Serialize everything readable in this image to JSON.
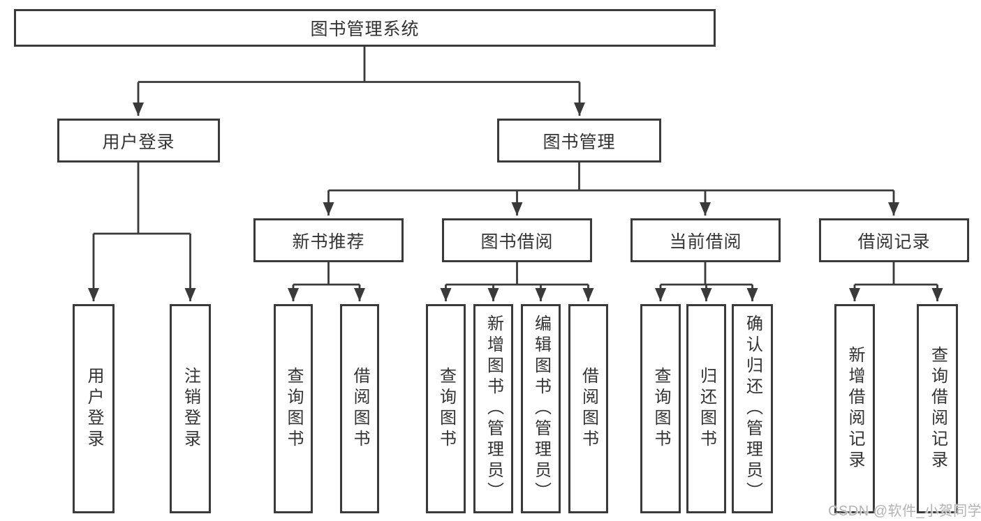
{
  "nodes": {
    "root": "图书管理系统",
    "user_login": "用户登录",
    "book_management": "图书管理",
    "new_book_recommend": "新书推荐",
    "book_borrow": "图书借阅",
    "current_borrow": "当前借阅",
    "borrow_records": "借阅记录",
    "leaf_user_login": "用户登录",
    "leaf_logout": "注销登录",
    "nbr_query_books": "查询图书",
    "nbr_borrow_books": "借阅图书",
    "bb_query_books": "查询图书",
    "bb_add_books": "新增图书（管理员）",
    "bb_edit_books": "编辑图书（管理员）",
    "bb_borrow_books": "借阅图书",
    "cb_query_books": "查询图书",
    "cb_return_books": "归还图书",
    "cb_confirm_return": "确认归还（管理员）",
    "br_add_record": "新增借阅记录",
    "br_query_record": "查询借阅记录"
  },
  "colors": {
    "line": "#3a3a3a",
    "text": "#333333",
    "watermark": "#b3b3b3",
    "background": "#ffffff"
  },
  "watermark": "CSDN @软件_小贺同学"
}
